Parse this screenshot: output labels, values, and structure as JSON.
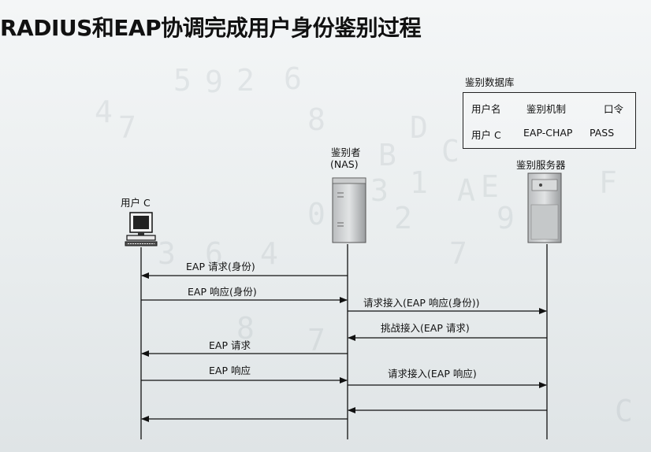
{
  "title": "RADIUS和EAP协调完成用户身份鉴别过程",
  "database": {
    "title": "鉴别数据库",
    "headers": [
      "用户名",
      "鉴别机制",
      "口令"
    ],
    "row": [
      "用户 C",
      "EAP-CHAP",
      "PASS"
    ]
  },
  "entities": {
    "user": "用户 C",
    "authenticator_line1": "鉴别者",
    "authenticator_line2": "(NAS)",
    "server": "鉴别服务器"
  },
  "messages": {
    "m1": "EAP 请求(身份)",
    "m2": "EAP 响应(身份)",
    "m3": "请求接入(EAP 响应(身份))",
    "m4": "挑战接入(EAP 请求)",
    "m5": "EAP 请求",
    "m6": "EAP 响应",
    "m7": "请求接入(EAP 响应)"
  },
  "background_glyphs": [
    "5",
    "9",
    "2",
    "6",
    "4",
    "7",
    "8",
    "D",
    "C",
    "B",
    "E",
    "1",
    "3",
    "A",
    "F",
    "0",
    "2",
    "9",
    "3",
    "6",
    "4",
    "7",
    "8",
    "7",
    "C"
  ]
}
